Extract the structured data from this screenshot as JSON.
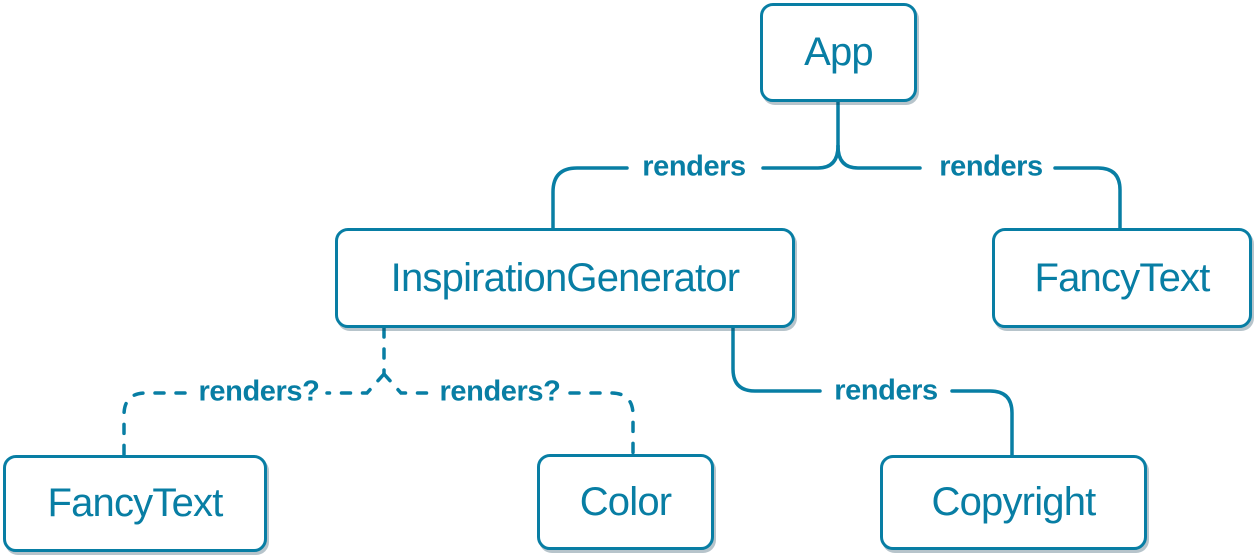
{
  "colors": {
    "accent": "#087ea4",
    "node_fill": "#ffffff",
    "background": "#ffffff"
  },
  "nodes": {
    "app": "App",
    "inspiration_generator": "InspirationGenerator",
    "fancy_text_top": "FancyText",
    "fancy_text_bottom": "FancyText",
    "color": "Color",
    "copyright": "Copyright"
  },
  "edges": [
    {
      "from": "App",
      "to": "InspirationGenerator",
      "label": "renders",
      "style": "solid"
    },
    {
      "from": "App",
      "to": "FancyText",
      "label": "renders",
      "style": "solid"
    },
    {
      "from": "InspirationGenerator",
      "to": "FancyText",
      "label": "renders?",
      "style": "dashed"
    },
    {
      "from": "InspirationGenerator",
      "to": "Color",
      "label": "renders?",
      "style": "dashed"
    },
    {
      "from": "InspirationGenerator",
      "to": "Copyright",
      "label": "renders",
      "style": "solid"
    }
  ]
}
